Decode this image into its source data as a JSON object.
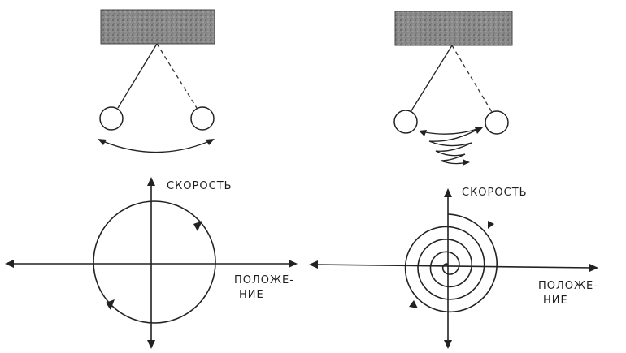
{
  "left_panel": {
    "velocity_label": "СКОРОСТЬ",
    "position_label_line1": "ПОЛОЖЕ-",
    "position_label_line2": "НИЕ"
  },
  "right_panel": {
    "velocity_label": "СКОРОСТЬ",
    "position_label_line1": "ПОЛОЖЕ-",
    "position_label_line2": "НИЕ"
  }
}
